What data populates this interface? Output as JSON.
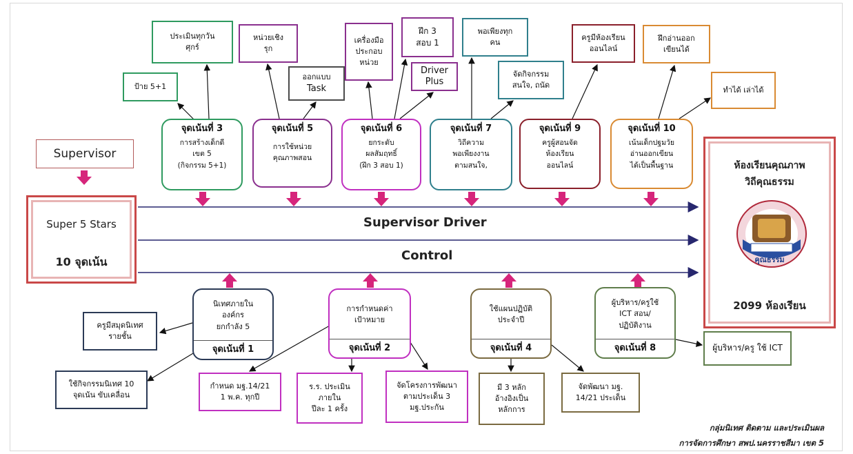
{
  "supervisor": "Supervisor",
  "super5": {
    "title": "Super 5 Stars",
    "sub": "10 จุดเน้น"
  },
  "line_labels": {
    "driver": "Supervisor Driver",
    "control": "Control"
  },
  "quality_room": {
    "title1": "ห้องเรียนคุณภาพ",
    "title2": "วิถีคุณธรรม",
    "logo_text": "คุณธรรม",
    "count": "2099 ห้องเรียน"
  },
  "top_focus": [
    {
      "title": "จุดเน้นที่ 3",
      "lines": [
        "การสร้างเด็กดี",
        "เขต 5",
        "(กิจกรรม 5+1)"
      ]
    },
    {
      "title": "จุดเน้นที่ 5",
      "lines": [
        "การใช้หน่วย",
        "คุณภาพสอน"
      ]
    },
    {
      "title": "จุดเน้นที่ 6",
      "lines": [
        "ยกระดับ",
        "ผลสัมฤทธิ์",
        "(ฝึก 3 สอบ 1)"
      ]
    },
    {
      "title": "จุดเน้นที่ 7",
      "lines": [
        "วิถีความ",
        "พอเพียงงาน",
        "ตามสนใจ,"
      ]
    },
    {
      "title": "จุดเน้นที่ 9",
      "lines": [
        "ครูผู้สอนจัด",
        "ห้องเรียน",
        "ออนไลน์"
      ]
    },
    {
      "title": "จุดเน้นที่ 10",
      "lines": [
        "เน้นเด็กปฐมวัย",
        "อ่านออกเขียน",
        "ได้เป็นพื้นฐาน"
      ]
    }
  ],
  "top_notes": {
    "n1": [
      "ประเมินทุกวัน",
      "ศุกร์"
    ],
    "n2": [
      "ป้าย 5+1"
    ],
    "n3": [
      "หน่วยเชิง",
      "รุก"
    ],
    "n4": [
      "ออกแบบ",
      "Task"
    ],
    "n5": [
      "เครื่องมือ",
      "ประกอบ",
      "หน่วย"
    ],
    "n6": [
      "ฝึก 3",
      "สอบ 1"
    ],
    "n7": [
      "Driver",
      "Plus"
    ],
    "n8": [
      "พอเพียงทุก",
      "คน"
    ],
    "n9": [
      "จัดกิจกรรม",
      "สนใจ, ถนัด"
    ],
    "n10": [
      "ครูมีห้องเรียน",
      "ออนไลน์"
    ],
    "n11": [
      "ฝึกอ่านออก",
      "เขียนได้"
    ],
    "n12": [
      "ทำได้ เล่าได้"
    ]
  },
  "bottom_focus": [
    {
      "lines": [
        "นิเทศภายใน",
        "องค์กร",
        "ยกกำลัง 5"
      ],
      "foot": "จุดเน้นที่ 1"
    },
    {
      "lines": [
        "การกำหนดค่า",
        "เป้าหมาย"
      ],
      "foot": "จุดเน้นที่ 2"
    },
    {
      "lines": [
        "ใช้แผนปฏิบัติ",
        "ประจำปี"
      ],
      "foot": "จุดเน้นที่ 4"
    },
    {
      "lines": [
        "ผู้บริหาร/ครูใช้",
        "ICT สอน/",
        "ปฏิบัติงาน"
      ],
      "foot": "จุดเน้นที่ 8"
    }
  ],
  "bottom_notes": {
    "b1": [
      "ครูมีสมุดนิเทศ",
      "รายชั้น"
    ],
    "b2": [
      "ใช้กิจกรรมนิเทศ 10",
      "จุดเน้น ขับเคลื่อน"
    ],
    "b3": [
      "กำหนด มฐ.14/21",
      "1 พ.ค. ทุกปี"
    ],
    "b4": [
      "ร.ร. ประเมิน",
      "ภายใน",
      "ปีละ 1 ครั้ง"
    ],
    "b5": [
      "จัดโครงการพัฒนา",
      "ตามประเด็น 3",
      "มฐ.ประกัน"
    ],
    "b6": [
      "มี 3 หลัก",
      "อ้างอิงเป็น",
      "หลักการ"
    ],
    "b7": [
      "จัดพัฒนา มฐ.",
      "14/21 ประเด็น"
    ],
    "b8": [
      "ผู้บริหาร/ครู ใช้ ICT"
    ]
  },
  "credit": [
    "กลุ่มนิเทศ ติดตาม และประเมินผล",
    "การจัดการศึกษา สพป.นครราชสีมา เขต 5"
  ],
  "colors": {
    "pink_arrow": "#d6257b",
    "main_line": "#27276e",
    "frame_red": "#c94848"
  }
}
